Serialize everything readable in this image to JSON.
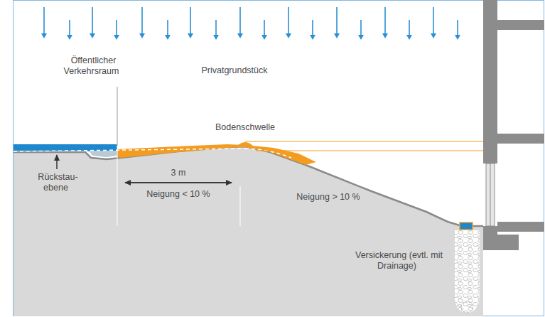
{
  "diagram": {
    "labels": [
      "Öffentlicher Verkehrsraum",
      "Privatgrundstück",
      "Bodenschwelle",
      "Rückstau- ebene",
      "3 m",
      "Neigung < 10 %",
      "Neigung > 10 %",
      "Versickerung (evtl. mit Drainage)"
    ]
  }
}
